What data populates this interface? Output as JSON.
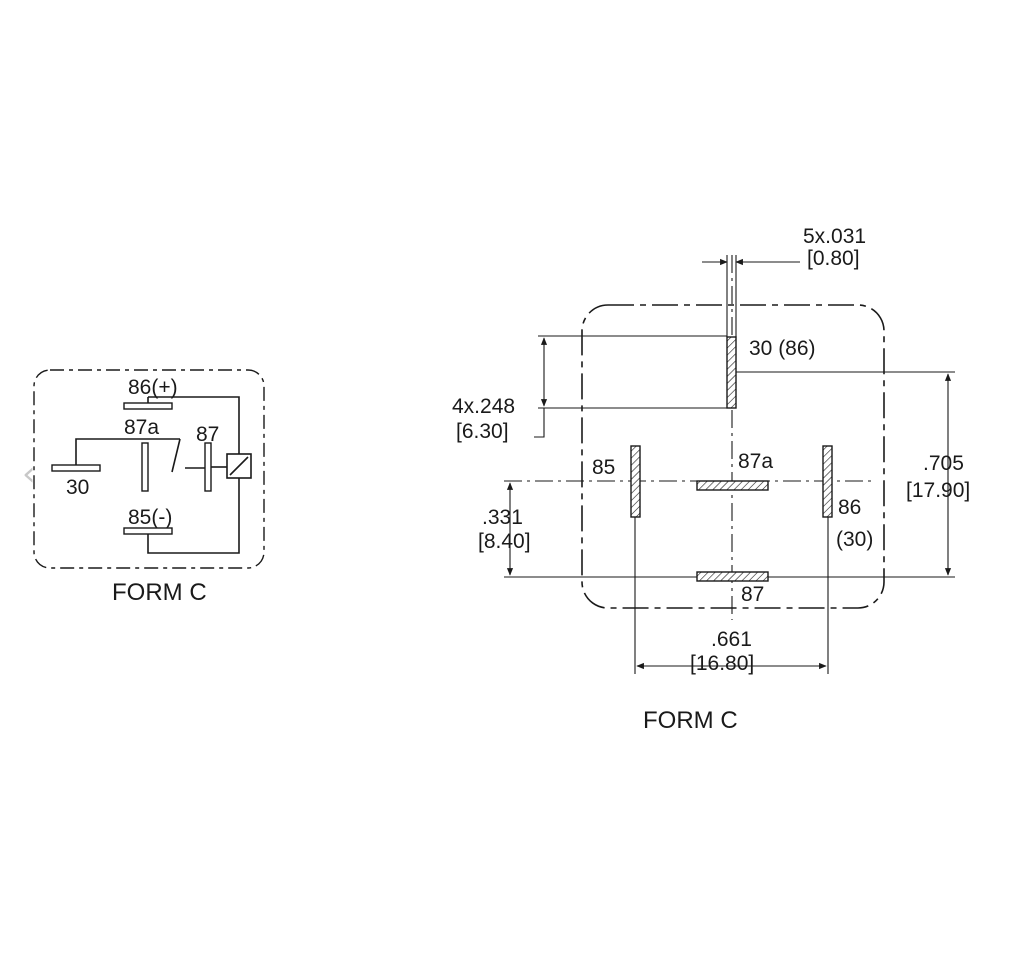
{
  "nav": {
    "prev_glyph": "‹"
  },
  "schematic": {
    "labels": {
      "pin86": "86(+)",
      "pin87a": "87a",
      "pin87": "87",
      "pin30": "30",
      "pin85": "85(-)"
    },
    "caption": "FORM C"
  },
  "footprint": {
    "labels": {
      "pin_width_in": "5x.031",
      "pin_width_mm": "[0.80]",
      "pin30": "30 (86)",
      "pin_length_in": "4x.248",
      "pin_length_mm": "[6.30]",
      "pin85": "85",
      "pin87a": "87a",
      "pin86": "86",
      "pin86_alt": "(30)",
      "pin87": "87",
      "height_in": ".705",
      "height_mm": "[17.90]",
      "offset_in": ".331",
      "offset_mm": "[8.40]",
      "width_in": ".661",
      "width_mm": "[16.80]"
    },
    "caption": "FORM C"
  }
}
